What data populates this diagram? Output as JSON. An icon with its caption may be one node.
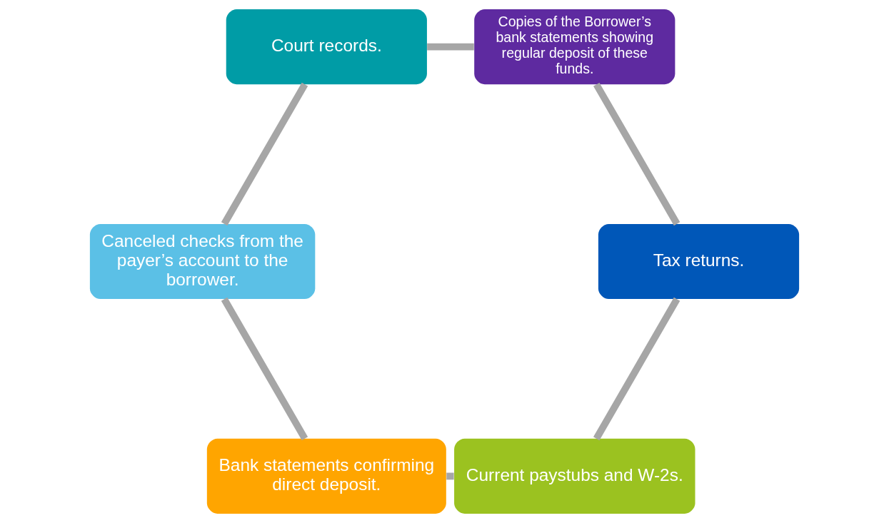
{
  "diagram": {
    "nodes": [
      {
        "text": [
          "Current paystubs and W-2s."
        ]
      },
      {
        "text": [
          "Tax returns."
        ]
      },
      {
        "text": [
          "Bank statements confirming direct deposit."
        ]
      },
      {
        "text": [
          "Copies of the Borrower’s bank statements showing regular deposit of these funds."
        ]
      },
      {
        "text": [
          "Canceled checks from the payer’s account to the borrower."
        ]
      },
      {
        "text": [
          "Court records."
        ]
      }
    ],
    "edges": [
      {
        "from": 0,
        "to": 2,
        "arrow": "none"
      },
      {
        "from": 2,
        "to": 4,
        "arrow": "none"
      },
      {
        "from": 4,
        "to": 5,
        "arrow": "none"
      },
      {
        "from": 5,
        "to": 3,
        "arrow": "none"
      },
      {
        "from": 3,
        "to": 1,
        "arrow": "none"
      },
      {
        "from": 1,
        "to": 0,
        "arrow": "none"
      }
    ]
  }
}
